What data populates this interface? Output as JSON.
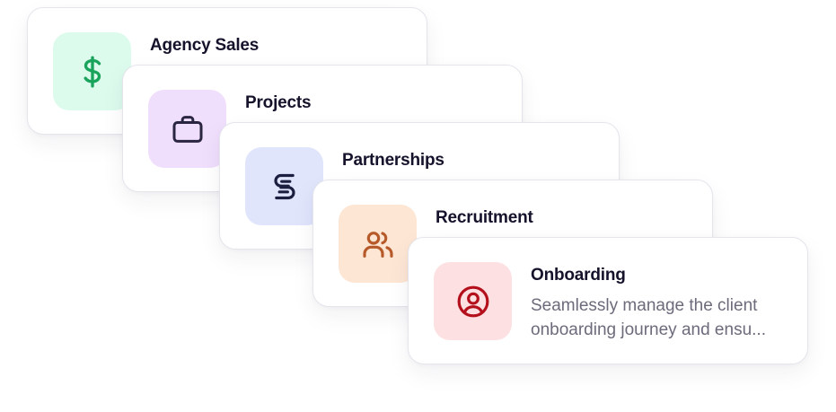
{
  "cards": [
    {
      "title": "Agency Sales",
      "icon": "dollar-icon",
      "tile_color": "#dcfbed",
      "icon_color": "#1aa35b"
    },
    {
      "title": "Projects",
      "icon": "briefcase-icon",
      "tile_color": "#efdefc",
      "icon_color": "#2a2540"
    },
    {
      "title": "Partnerships",
      "icon": "handshake-icon",
      "tile_color": "#e0e5fc",
      "icon_color": "#1c1f3f"
    },
    {
      "title": "Recruitment",
      "icon": "users-icon",
      "tile_color": "#fde6d4",
      "icon_color": "#b75a2a"
    },
    {
      "title": "Onboarding",
      "icon": "user-circle-icon",
      "tile_color": "#fde0e2",
      "icon_color": "#b3101c",
      "description": "Seamlessly manage the client onboarding journey and ensu..."
    }
  ]
}
